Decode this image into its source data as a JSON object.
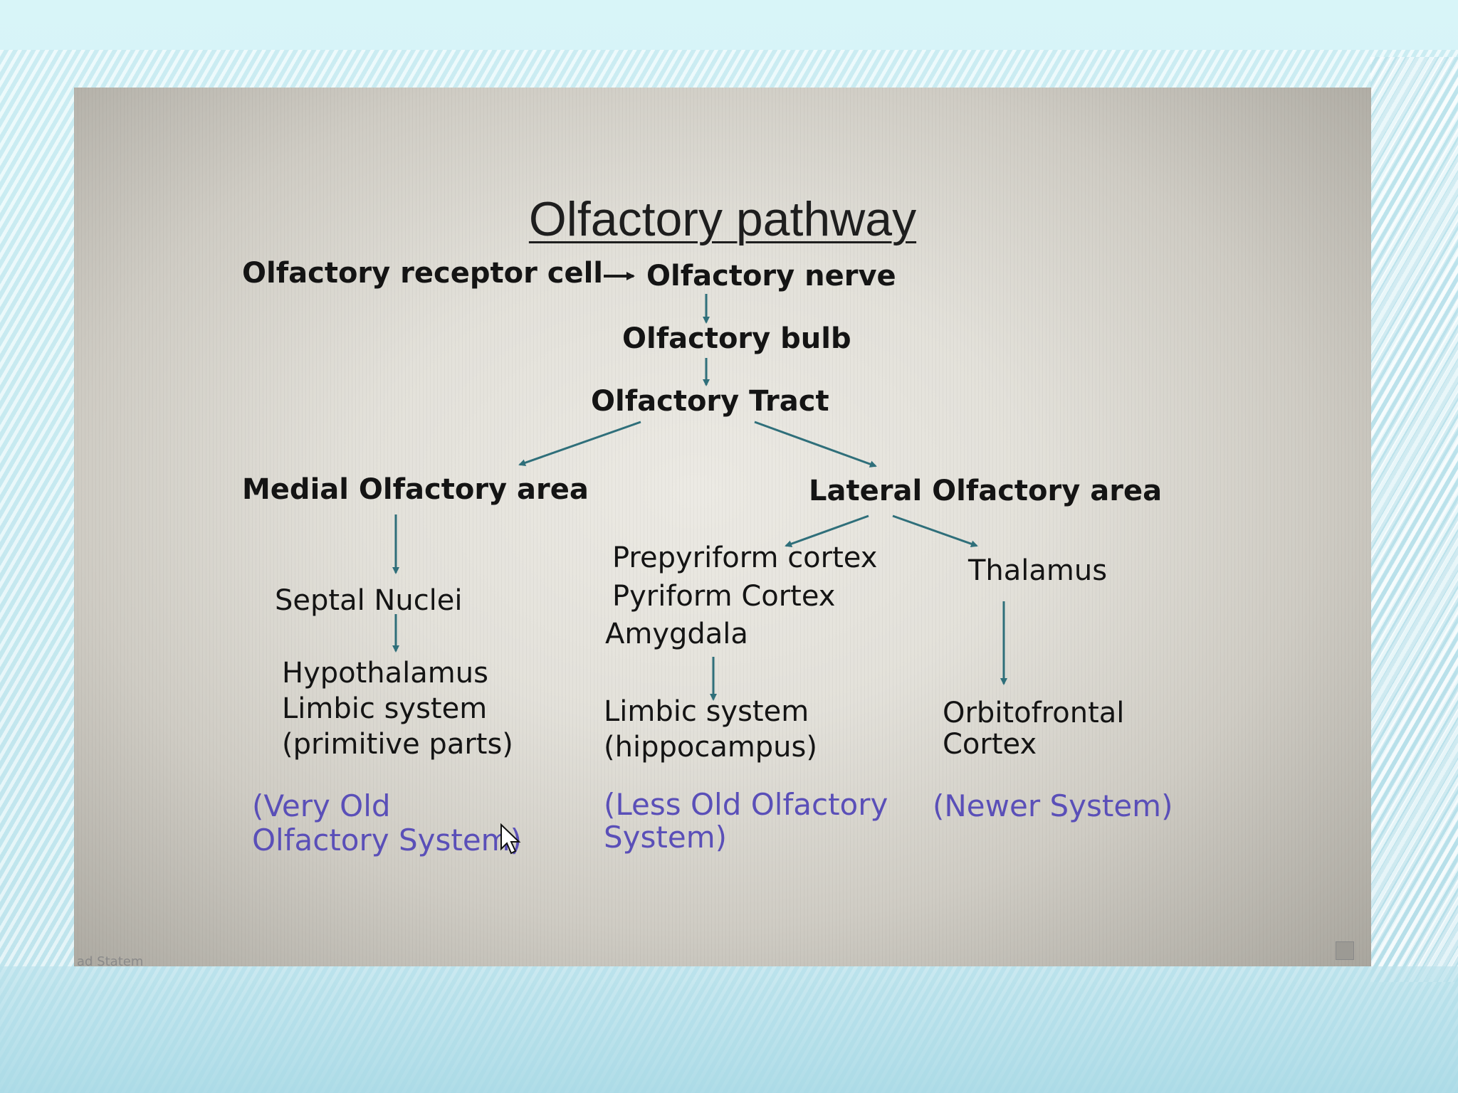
{
  "title": "Olfactory pathway",
  "nodes": {
    "receptor": "Olfactory receptor cell",
    "nerve": "Olfactory nerve",
    "bulb": "Olfactory bulb",
    "tract": "Olfactory Tract",
    "medial_area": "Medial Olfactory area",
    "lateral_area": "Lateral Olfactory area",
    "septal": "Septal Nuclei",
    "medial_targets": [
      "Hypothalamus",
      "Limbic system",
      "(primitive parts)"
    ],
    "lateral_cortex": [
      "Prepyriform cortex",
      "Pyriform Cortex",
      "Amygdala"
    ],
    "lateral_limbic": [
      "Limbic system",
      "(hippocampus)"
    ],
    "thalamus": "Thalamus",
    "orbitofrontal": [
      "Orbitofrontal",
      "Cortex"
    ]
  },
  "systems": {
    "very_old": [
      "(Very Old",
      "Olfactory System)"
    ],
    "less_old": [
      "(Less Old Olfactory",
      "System)"
    ],
    "newer": "(Newer System)"
  },
  "caption": "ad Statem",
  "colors": {
    "arrow": "#2f6f7a",
    "system_text": "#5a4fb8",
    "node_text": "#141414"
  }
}
